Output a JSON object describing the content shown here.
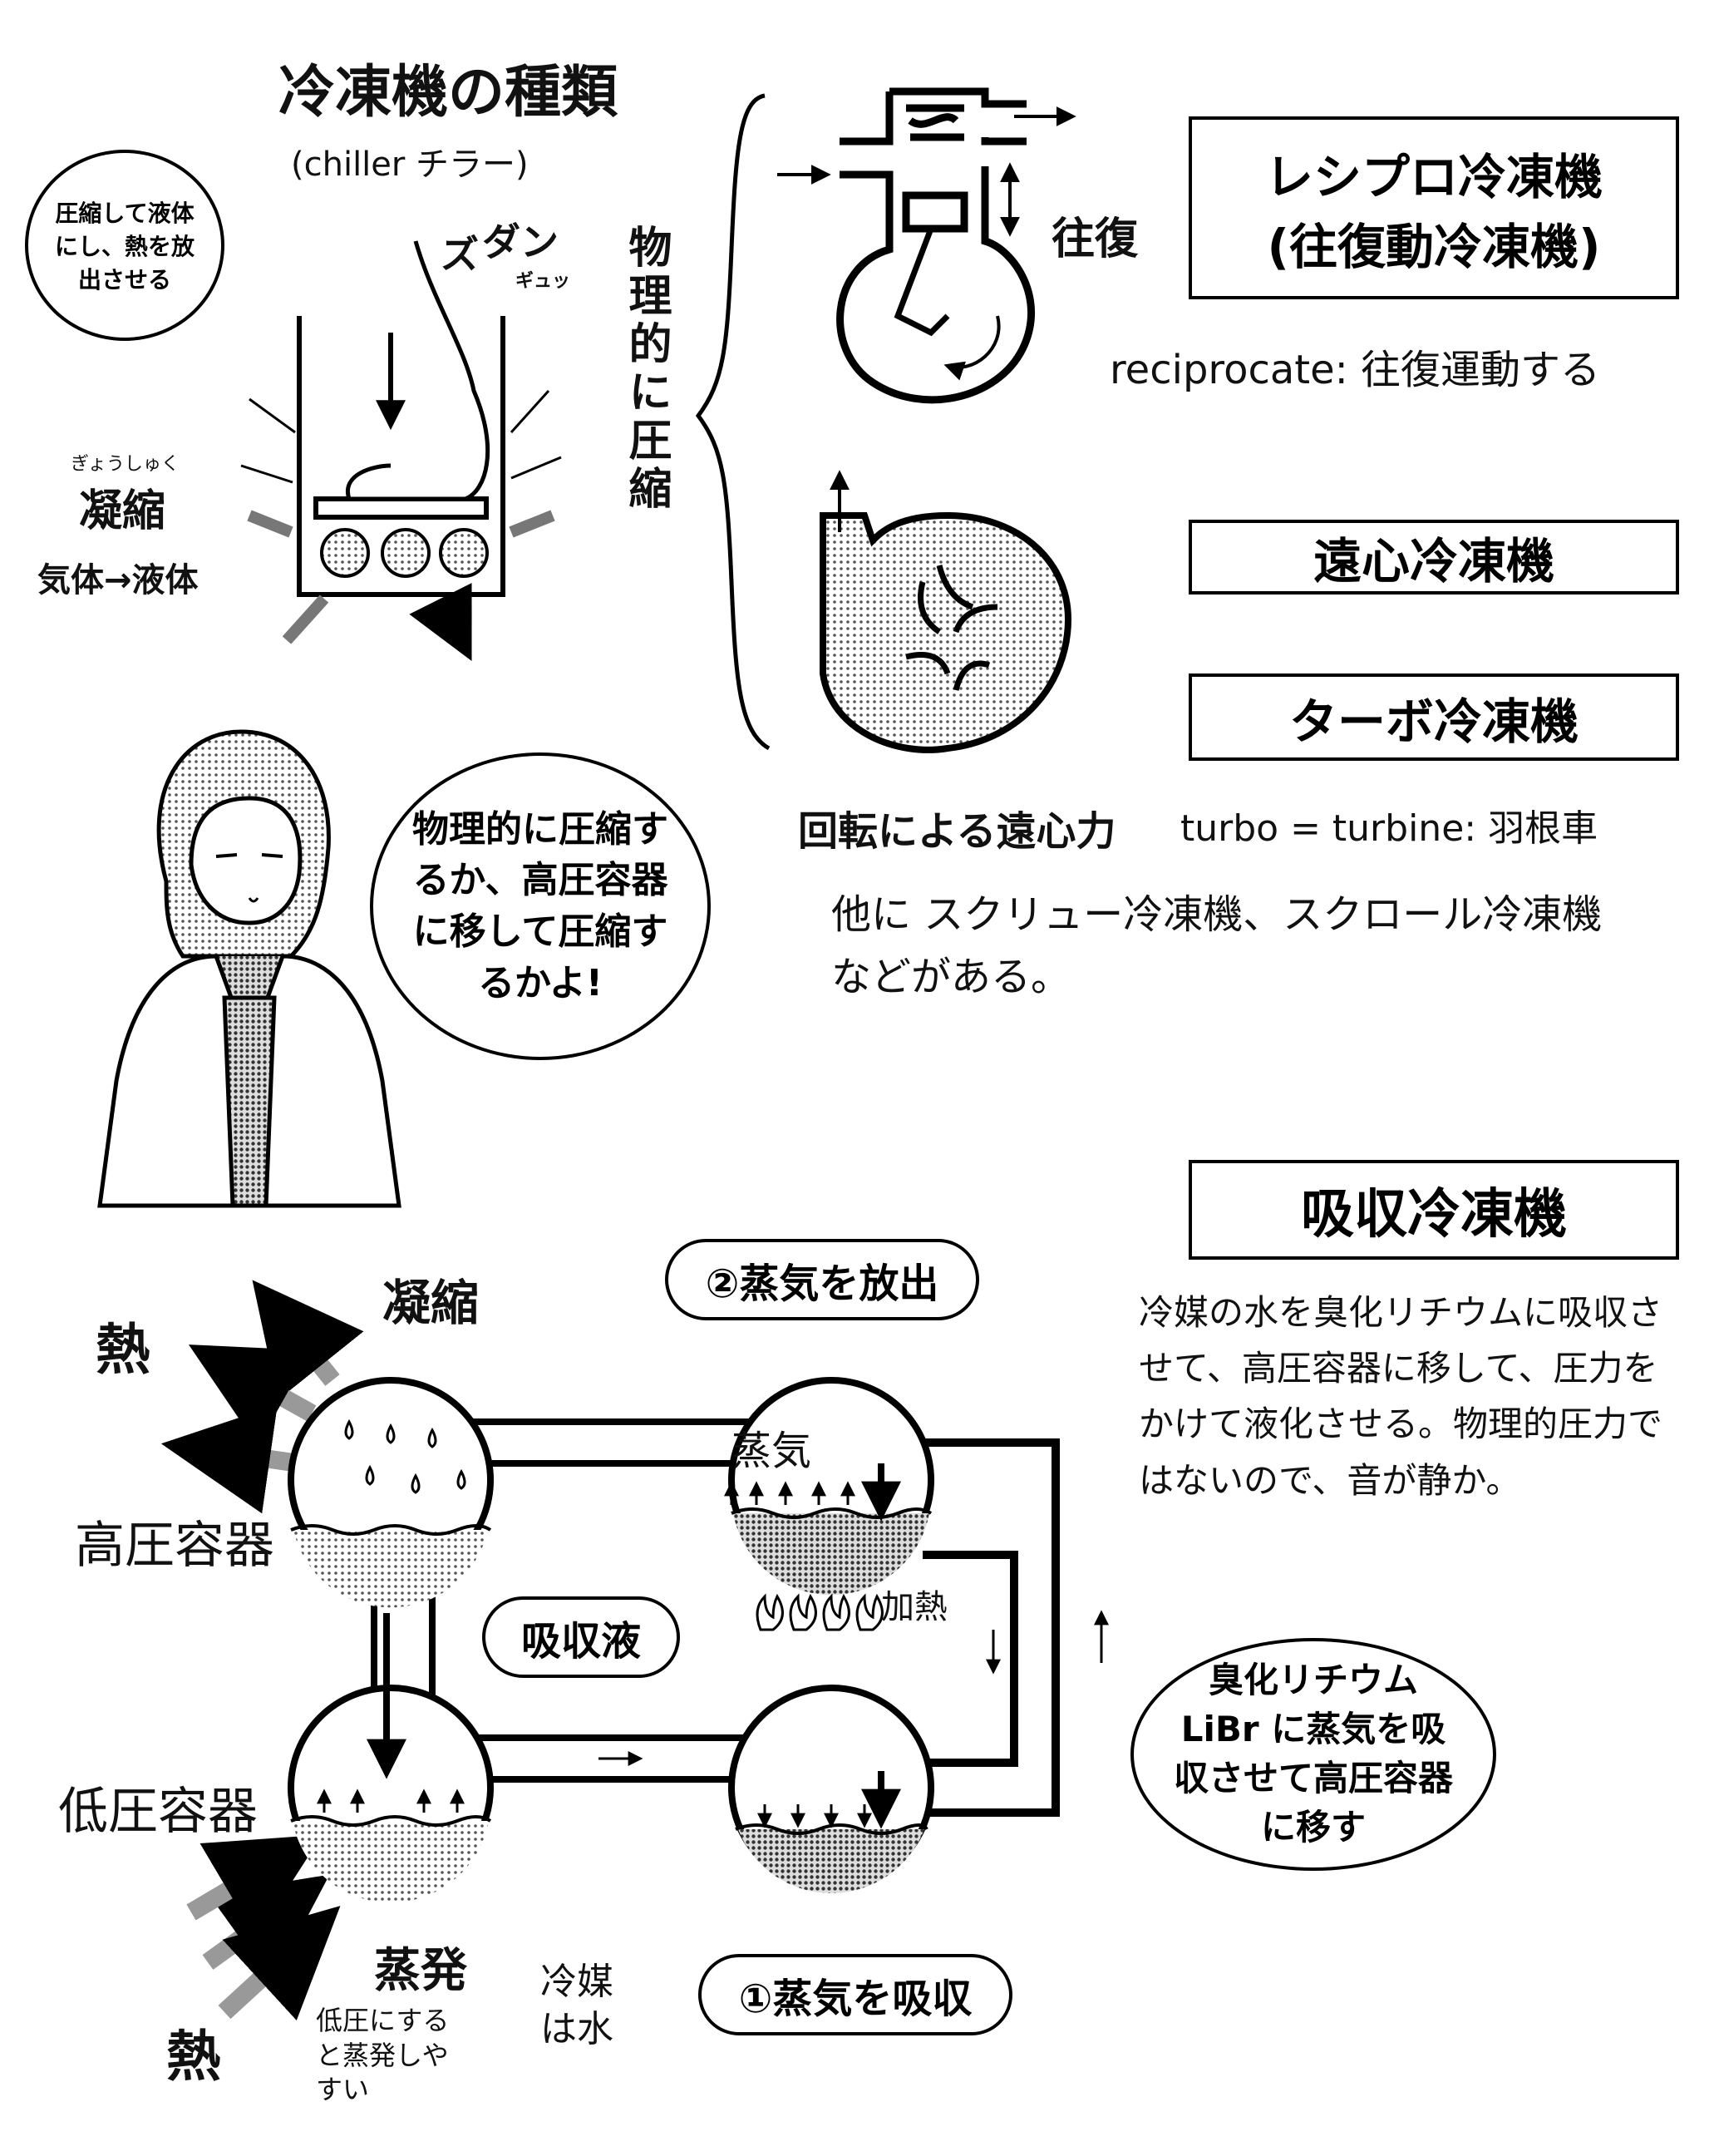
{
  "header": {
    "title": "冷凍機の種類",
    "subtitle": "(chiller チラー)"
  },
  "compression_bubble": "圧縮して液体にし、熱を放出させる",
  "sfx": {
    "zu": "ズ",
    "dan": "ダン",
    "gyu": "ギュッ"
  },
  "condensation": {
    "ruby": "ぎょうしゅく",
    "label": "凝縮",
    "gas_to_liquid": "気体→液体"
  },
  "physical_compression_vertical": "物理的に圧縮",
  "reciprocating": {
    "box_title_line1": "レシプロ冷凍機",
    "box_title_line2": "(往復動冷凍機)",
    "motion_label": "往復",
    "definition": "reciprocate: 往復運動する"
  },
  "centrifugal": {
    "box_title": "遠心冷凍機",
    "turbo_box_title": "ターボ冷凍機",
    "caption": "回転による遠心力",
    "turbo_definition": "turbo = turbine: 羽根車",
    "others_line1": "他に スクリュー冷凍機、スクロール冷凍機",
    "others_line2": "などがある。"
  },
  "character_bubble": "物理的に圧縮するか、高圧容器に移して圧縮するかよ!",
  "absorption": {
    "box_title": "吸収冷凍機",
    "description": "冷媒の水を臭化リチウムに吸収させて、高圧容器に移して、圧力をかけて液化させる。物理的圧力ではないので、音が静か。",
    "release_steam": "②蒸気を放出",
    "condensation_label": "凝縮",
    "heat_top": "熱",
    "high_pressure": "高圧容器",
    "steam_label": "蒸気",
    "absorbent_label": "吸収液",
    "heating_label": "加熱",
    "libr_bubble": "臭化リチウム LiBr に蒸気を吸収させて高圧容器に移す",
    "low_pressure": "低圧容器",
    "evaporation": "蒸発",
    "evaporation_note": "低圧にすると蒸発しやすい",
    "refrigerant_note": "冷媒は水",
    "absorb_steam": "①蒸気を吸収",
    "heat_bottom": "熱"
  },
  "colors": {
    "ink": "#000000",
    "paper": "#ffffff",
    "screentone": "#9a9a9a"
  }
}
